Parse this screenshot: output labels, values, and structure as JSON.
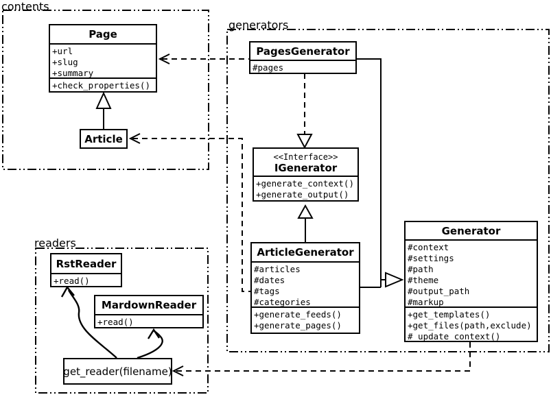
{
  "colors": {
    "background": "#ffffff",
    "line": "#000000",
    "box_fill": "#ffffff"
  },
  "packages": {
    "contents": {
      "label": "contents"
    },
    "generators": {
      "label": "generators"
    },
    "readers": {
      "label": "readers"
    }
  },
  "classes": {
    "page": {
      "title": "Page",
      "attributes": [
        "+url",
        "+slug",
        "+summary"
      ],
      "methods": [
        "+check_properties()"
      ]
    },
    "article": {
      "title": "Article"
    },
    "pages_generator": {
      "title": "PagesGenerator",
      "attributes": [
        "#pages"
      ]
    },
    "igenerator": {
      "stereotype": "<<Interface>>",
      "title": "IGenerator",
      "methods": [
        "+generate_context()",
        "+generate_output()"
      ]
    },
    "article_generator": {
      "title": "ArticleGenerator",
      "attributes": [
        "#articles",
        "#dates",
        "#tags",
        "#categories"
      ],
      "methods": [
        "+generate_feeds()",
        "+generate_pages()"
      ]
    },
    "generator": {
      "title": "Generator",
      "attributes": [
        "#context",
        "#settings",
        "#path",
        "#theme",
        "#output_path",
        "#markup"
      ],
      "methods": [
        "+get_templates()",
        "+get_files(path,exclude)",
        "#_update_context()"
      ]
    },
    "rst_reader": {
      "title": "RstReader",
      "methods": [
        "+read()"
      ]
    },
    "markdown_reader": {
      "title": "MardownReader",
      "methods": [
        "+read()"
      ]
    },
    "get_reader": {
      "label": "get_reader(filename)"
    }
  },
  "edges": [
    {
      "from": "Article",
      "to": "Page",
      "type": "generalization"
    },
    {
      "from": "PagesGenerator",
      "to": "IGenerator",
      "type": "realization"
    },
    {
      "from": "ArticleGenerator",
      "to": "IGenerator",
      "type": "generalization"
    },
    {
      "from": "PagesGenerator",
      "to": "Generator",
      "type": "generalization"
    },
    {
      "from": "ArticleGenerator",
      "to": "Generator",
      "type": "generalization"
    },
    {
      "from": "PagesGenerator",
      "to": "Page",
      "type": "dependency"
    },
    {
      "from": "ArticleGenerator",
      "to": "Article",
      "type": "dependency"
    },
    {
      "from": "Generator",
      "to": "get_reader(filename)",
      "type": "dependency"
    },
    {
      "from": "get_reader(filename)",
      "to": "RstReader",
      "type": "arrow"
    },
    {
      "from": "get_reader(filename)",
      "to": "MardownReader",
      "type": "arrow"
    }
  ]
}
